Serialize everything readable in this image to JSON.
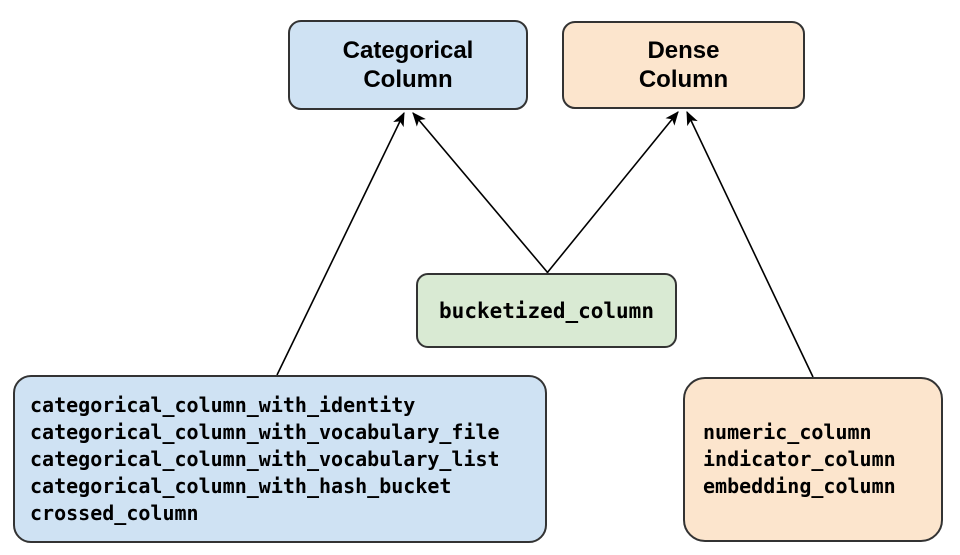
{
  "diagram": {
    "background": "#ffffff",
    "arrow_color": "#000000",
    "node_border_color": "#333333",
    "nodes": {
      "categorical_column": {
        "lines": [
          "Categorical",
          "Column"
        ],
        "fill": "#cfe2f3"
      },
      "dense_column": {
        "lines": [
          "Dense",
          "Column"
        ],
        "fill": "#fce5cd"
      },
      "bucketized_column": {
        "label": "bucketized_column",
        "fill": "#d9ead3"
      },
      "categorical_functions": {
        "fill": "#cfe2f3",
        "items": [
          "categorical_column_with_identity",
          "categorical_column_with_vocabulary_file",
          "categorical_column_with_vocabulary_list",
          "categorical_column_with_hash_bucket",
          "crossed_column"
        ]
      },
      "dense_functions": {
        "fill": "#fce5cd",
        "items": [
          "numeric_column",
          "indicator_column",
          "embedding_column"
        ]
      }
    },
    "edges": [
      {
        "from": "categorical_functions",
        "to": "categorical_column"
      },
      {
        "from": "bucketized_column",
        "to": "categorical_column"
      },
      {
        "from": "bucketized_column",
        "to": "dense_column"
      },
      {
        "from": "dense_functions",
        "to": "dense_column"
      }
    ]
  }
}
